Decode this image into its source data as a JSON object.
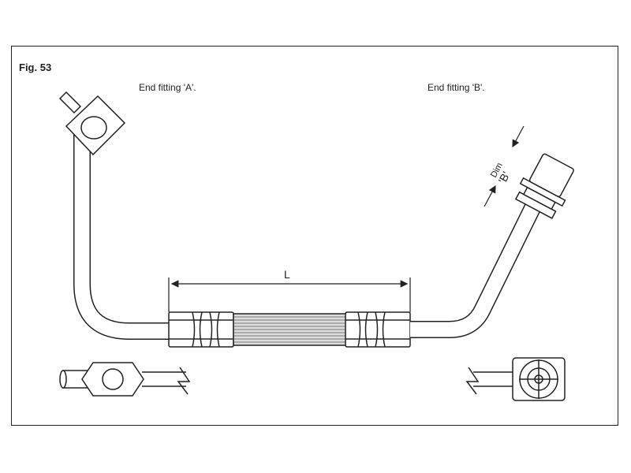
{
  "figure": {
    "label": "Fig. 53"
  },
  "end_fittings": {
    "a_label": "End fitting 'A'.",
    "b_label": "End fitting 'B'."
  },
  "dimensions": {
    "length_label": "L",
    "dim_label": "Dim",
    "b_label": "'B'"
  }
}
